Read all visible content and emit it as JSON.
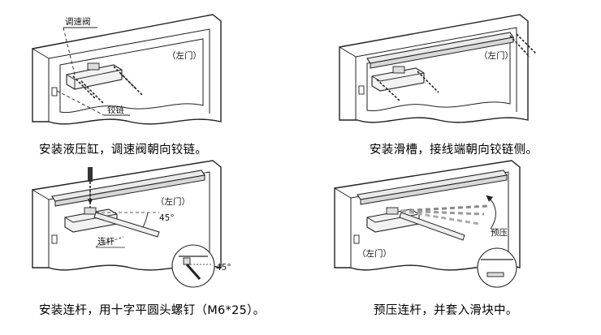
{
  "steps": [
    {
      "caption": "安装液压缸，调速阀朝向铰链。",
      "labels": {
        "valve": "调速阀",
        "hinge": "铰链",
        "door": "（左门）"
      }
    },
    {
      "caption": "安装滑槽，接线端朝向铰链侧。",
      "labels": {
        "door": "（左门）"
      }
    },
    {
      "caption": "安装连杆，用十字平圆头螺钉（M6*25）。",
      "labels": {
        "door": "（左门）",
        "angle": "45°",
        "rod": "连杆",
        "detail_angle": "45°"
      }
    },
    {
      "caption": "预压连杆，并套入滑块中。",
      "labels": {
        "door": "（左门）",
        "preload": "预压"
      }
    }
  ]
}
